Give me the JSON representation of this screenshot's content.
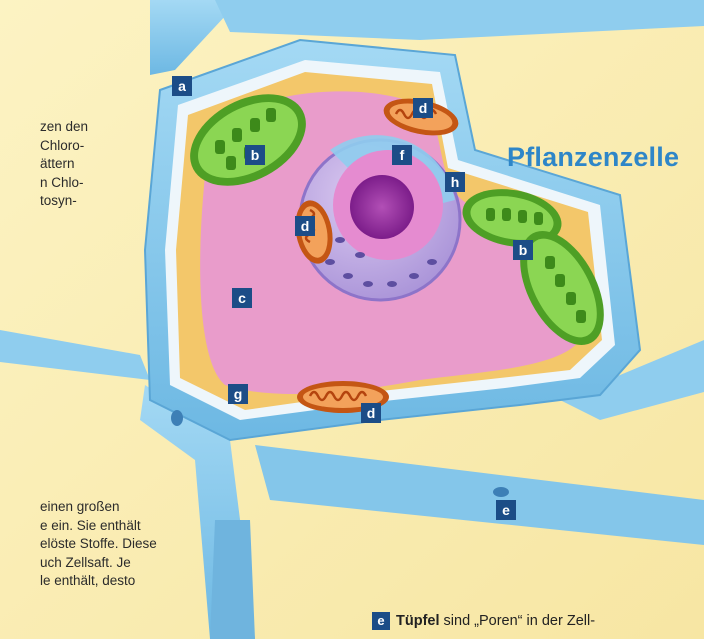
{
  "title": "Pflanzenzelle",
  "labels": {
    "a": "a",
    "b1": "b",
    "b2": "b",
    "c": "c",
    "d1": "d",
    "d2": "d",
    "d3": "d",
    "e": "e",
    "f": "f",
    "g": "g",
    "h": "h"
  },
  "text_top": [
    "zen den",
    "Chloro-",
    "ättern",
    "n Chlo-",
    "tosyn-"
  ],
  "text_bottom": [
    "einen großen",
    "e ein. Sie enthält",
    "elöste Stoffe. Diese",
    "uch Zellsaft. Je",
    "le enthält, desto"
  ],
  "caption": {
    "letter": "e",
    "bold": "Tüpfel",
    "rest": " sind „Poren“ in der Zell-"
  },
  "colors": {
    "background": "#fbf0b6",
    "cell_wall": "#8fcdee",
    "cytoplasm": "#f3c76a",
    "vacuole": "#e99ccb",
    "chloroplast": "#6fc03c",
    "mitochondrion": "#e77a2c",
    "nucleus": "#c86fc4",
    "title": "#2e86c8",
    "label_box": "#1c4d87"
  }
}
